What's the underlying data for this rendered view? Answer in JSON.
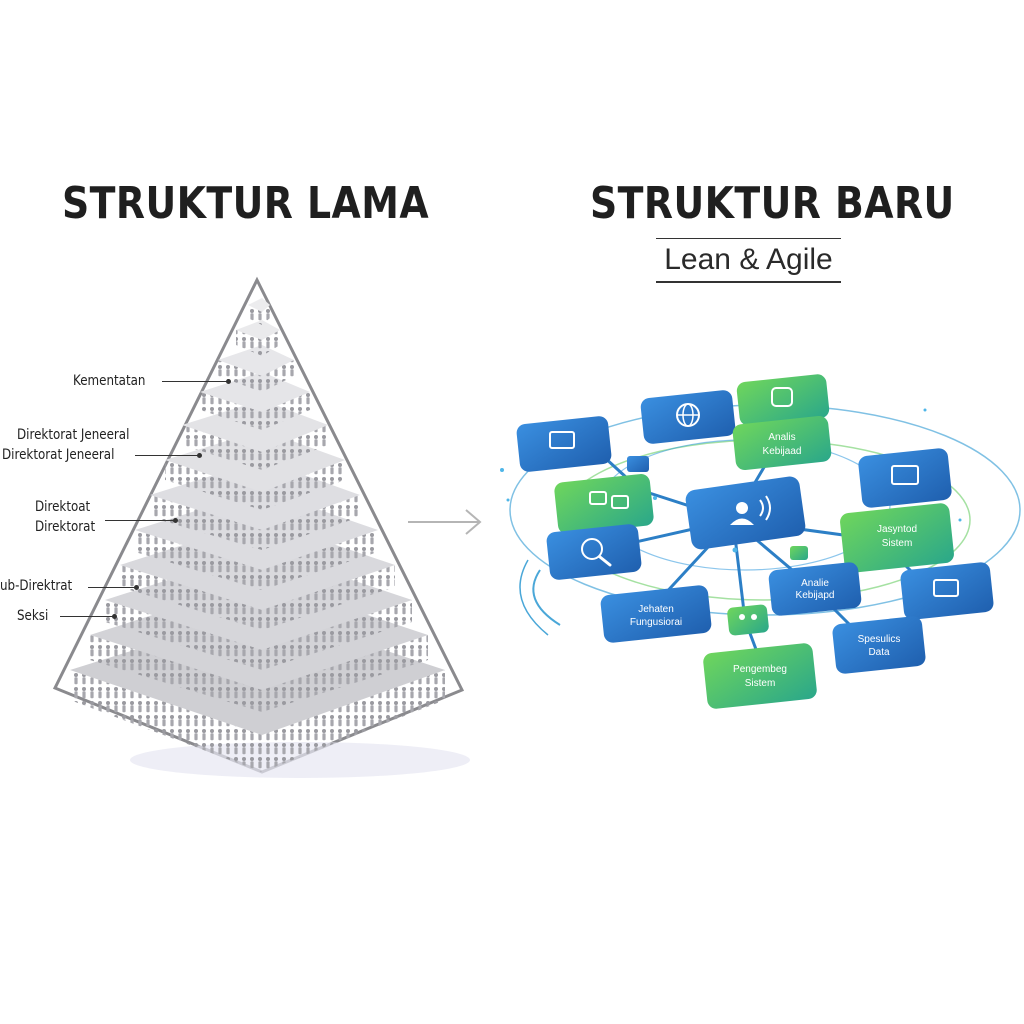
{
  "left": {
    "title": "STRUKTUR LAMA",
    "labels": [
      "Kementatan",
      "Direktorat Jeneeral",
      "Direktorat Jeneeral",
      "Direktoat",
      "Direktorat",
      "ub-Direktrat",
      "Seksi"
    ]
  },
  "right": {
    "title": "STRUKTUR BARU",
    "subtitle": "Lean & Agile",
    "nodes": [
      {
        "label1": "Analis",
        "label2": "Kebijaad",
        "color": "green"
      },
      {
        "label1": "Jasyntod",
        "label2": "Sistem",
        "color": "green"
      },
      {
        "label1": "Analie",
        "label2": "Kebijapd",
        "color": "blue"
      },
      {
        "label1": "Jehaten",
        "label2": "Fungusiorai",
        "color": "blue"
      },
      {
        "label1": "Spesulics",
        "label2": "Data",
        "color": "blue"
      },
      {
        "label1": "Pengembeg",
        "label2": "Sistem",
        "color": "green"
      }
    ]
  },
  "colors": {
    "blue": "#2f7fd0",
    "green": "#4cc35a",
    "pyramid": "#b8b8bc"
  }
}
